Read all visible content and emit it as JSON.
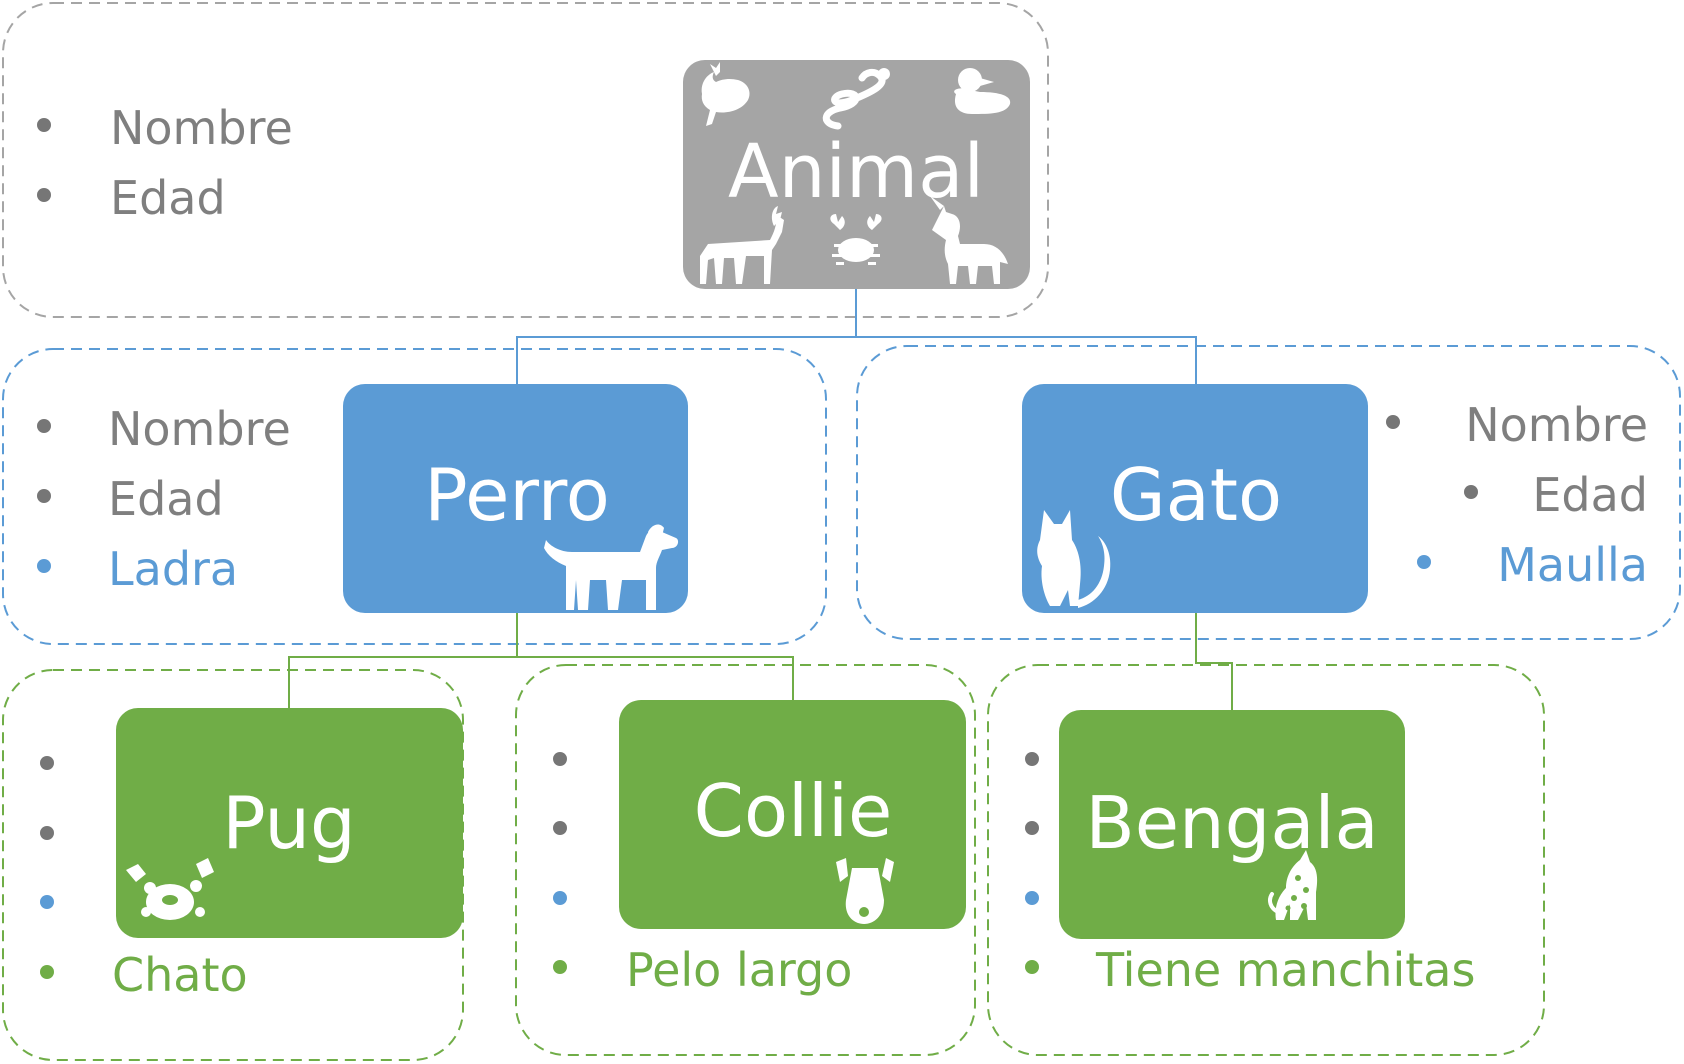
{
  "colors": {
    "gray": "#a5a5a5",
    "gray_text": "#7f7f7f",
    "gray_bullet": "#767676",
    "blue": "#5b9bd5",
    "green": "#70ad47",
    "white": "#ffffff"
  },
  "animal": {
    "title": "Animal",
    "attributes": [
      "Nombre",
      "Edad"
    ],
    "icons": [
      "whale-icon",
      "snake-icon",
      "duck-icon",
      "deer-icon",
      "crab-icon",
      "unicorn-icon"
    ]
  },
  "perro": {
    "title": "Perro",
    "attributes": [
      "Nombre",
      "Edad"
    ],
    "own_attribute": "Ladra",
    "icon": "dog-icon"
  },
  "gato": {
    "title": "Gato",
    "attributes": [
      "Nombre",
      "Edad"
    ],
    "own_attribute": "Maulla",
    "icon": "cat-icon"
  },
  "pug": {
    "title": "Pug",
    "own_attribute": "Chato",
    "icon": "pug-face-icon"
  },
  "collie": {
    "title": "Collie",
    "own_attribute": "Pelo largo",
    "icon": "collie-face-icon"
  },
  "bengala": {
    "title": "Bengala",
    "own_attribute": "Tiene manchitas",
    "icon": "spotted-cat-icon"
  }
}
